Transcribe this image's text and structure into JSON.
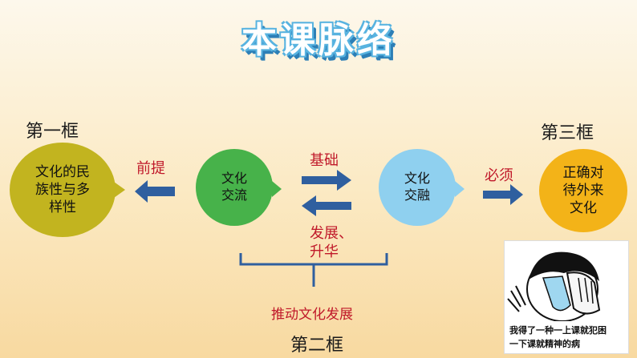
{
  "title": "本课脉络",
  "frames": {
    "first": "第一框",
    "second": "第二框",
    "third": "第三框"
  },
  "nodes": {
    "diversity": "文化的民\n族性与多\n样性",
    "exchange": "文化\n交流",
    "fusion": "文化\n交融",
    "attitude": "正确对\n待外来\n文化"
  },
  "relations": {
    "premise": "前提",
    "foundation": "基础",
    "development": "发展、\n升华",
    "necessity": "必须",
    "promote": "推动文化发展"
  },
  "meme_caption": "我得了一种一上课就犯困\n一下课就精神的病",
  "colors": {
    "diversity": "#c2b41f",
    "exchange": "#47b24a",
    "fusion": "#8fd0ef",
    "attitude": "#f3b318",
    "arrow": "#2f5f9f",
    "label_red": "#c0192a"
  }
}
